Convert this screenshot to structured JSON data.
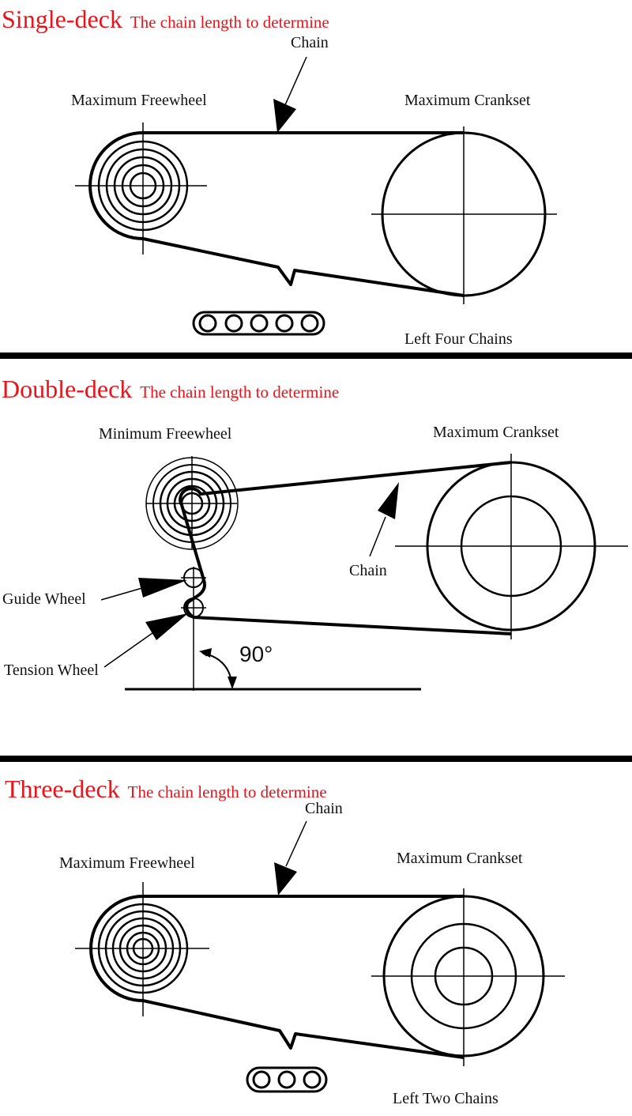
{
  "sections": {
    "single": {
      "title": "Single-deck",
      "subtitle": "The chain length to determine",
      "label_chain": "Chain",
      "label_freewheel": "Maximum  Freewheel",
      "label_crankset": "Maximum Crankset",
      "label_chains_left": "Left Four Chains",
      "chain_links": 5
    },
    "double": {
      "title": "Double-deck",
      "subtitle": "The chain length to determine",
      "label_freewheel": "Minimum  Freewheel",
      "label_crankset": "Maximum Crankset",
      "label_chain": "Chain",
      "label_guide": "Guide Wheel",
      "label_tension": "Tension Wheel",
      "label_angle": "90°"
    },
    "triple": {
      "title": "Three-deck",
      "subtitle": "The chain length to determine",
      "label_chain": "Chain",
      "label_freewheel": "Maximum  Freewheel",
      "label_crankset": "Maximum Crankset",
      "label_chains_left": "Left Two Chains",
      "chain_links": 3
    }
  },
  "colors": {
    "heading": "#e8141b",
    "line": "#000000",
    "text": "#111111"
  }
}
